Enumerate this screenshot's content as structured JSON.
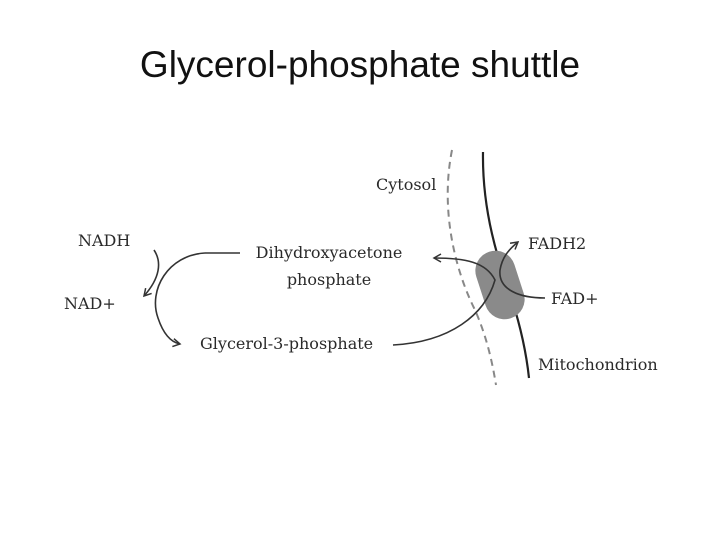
{
  "title": "Glycerol-phosphate shuttle",
  "labels": {
    "cytosol": "Cytosol",
    "nadh": "NADH",
    "nad_plus": "NAD+",
    "dhap_line1": "Dihydroxyacetone",
    "dhap_line2": "phosphate",
    "g3p": "Glycerol-3-phosphate",
    "fadh2": "FADH2",
    "fad_plus": "FAD+",
    "mitochondrion": "Mitochondrion"
  },
  "colors": {
    "enzyme": "#8a8a8a",
    "line": "#333333",
    "dashed_membrane": "#888888"
  }
}
